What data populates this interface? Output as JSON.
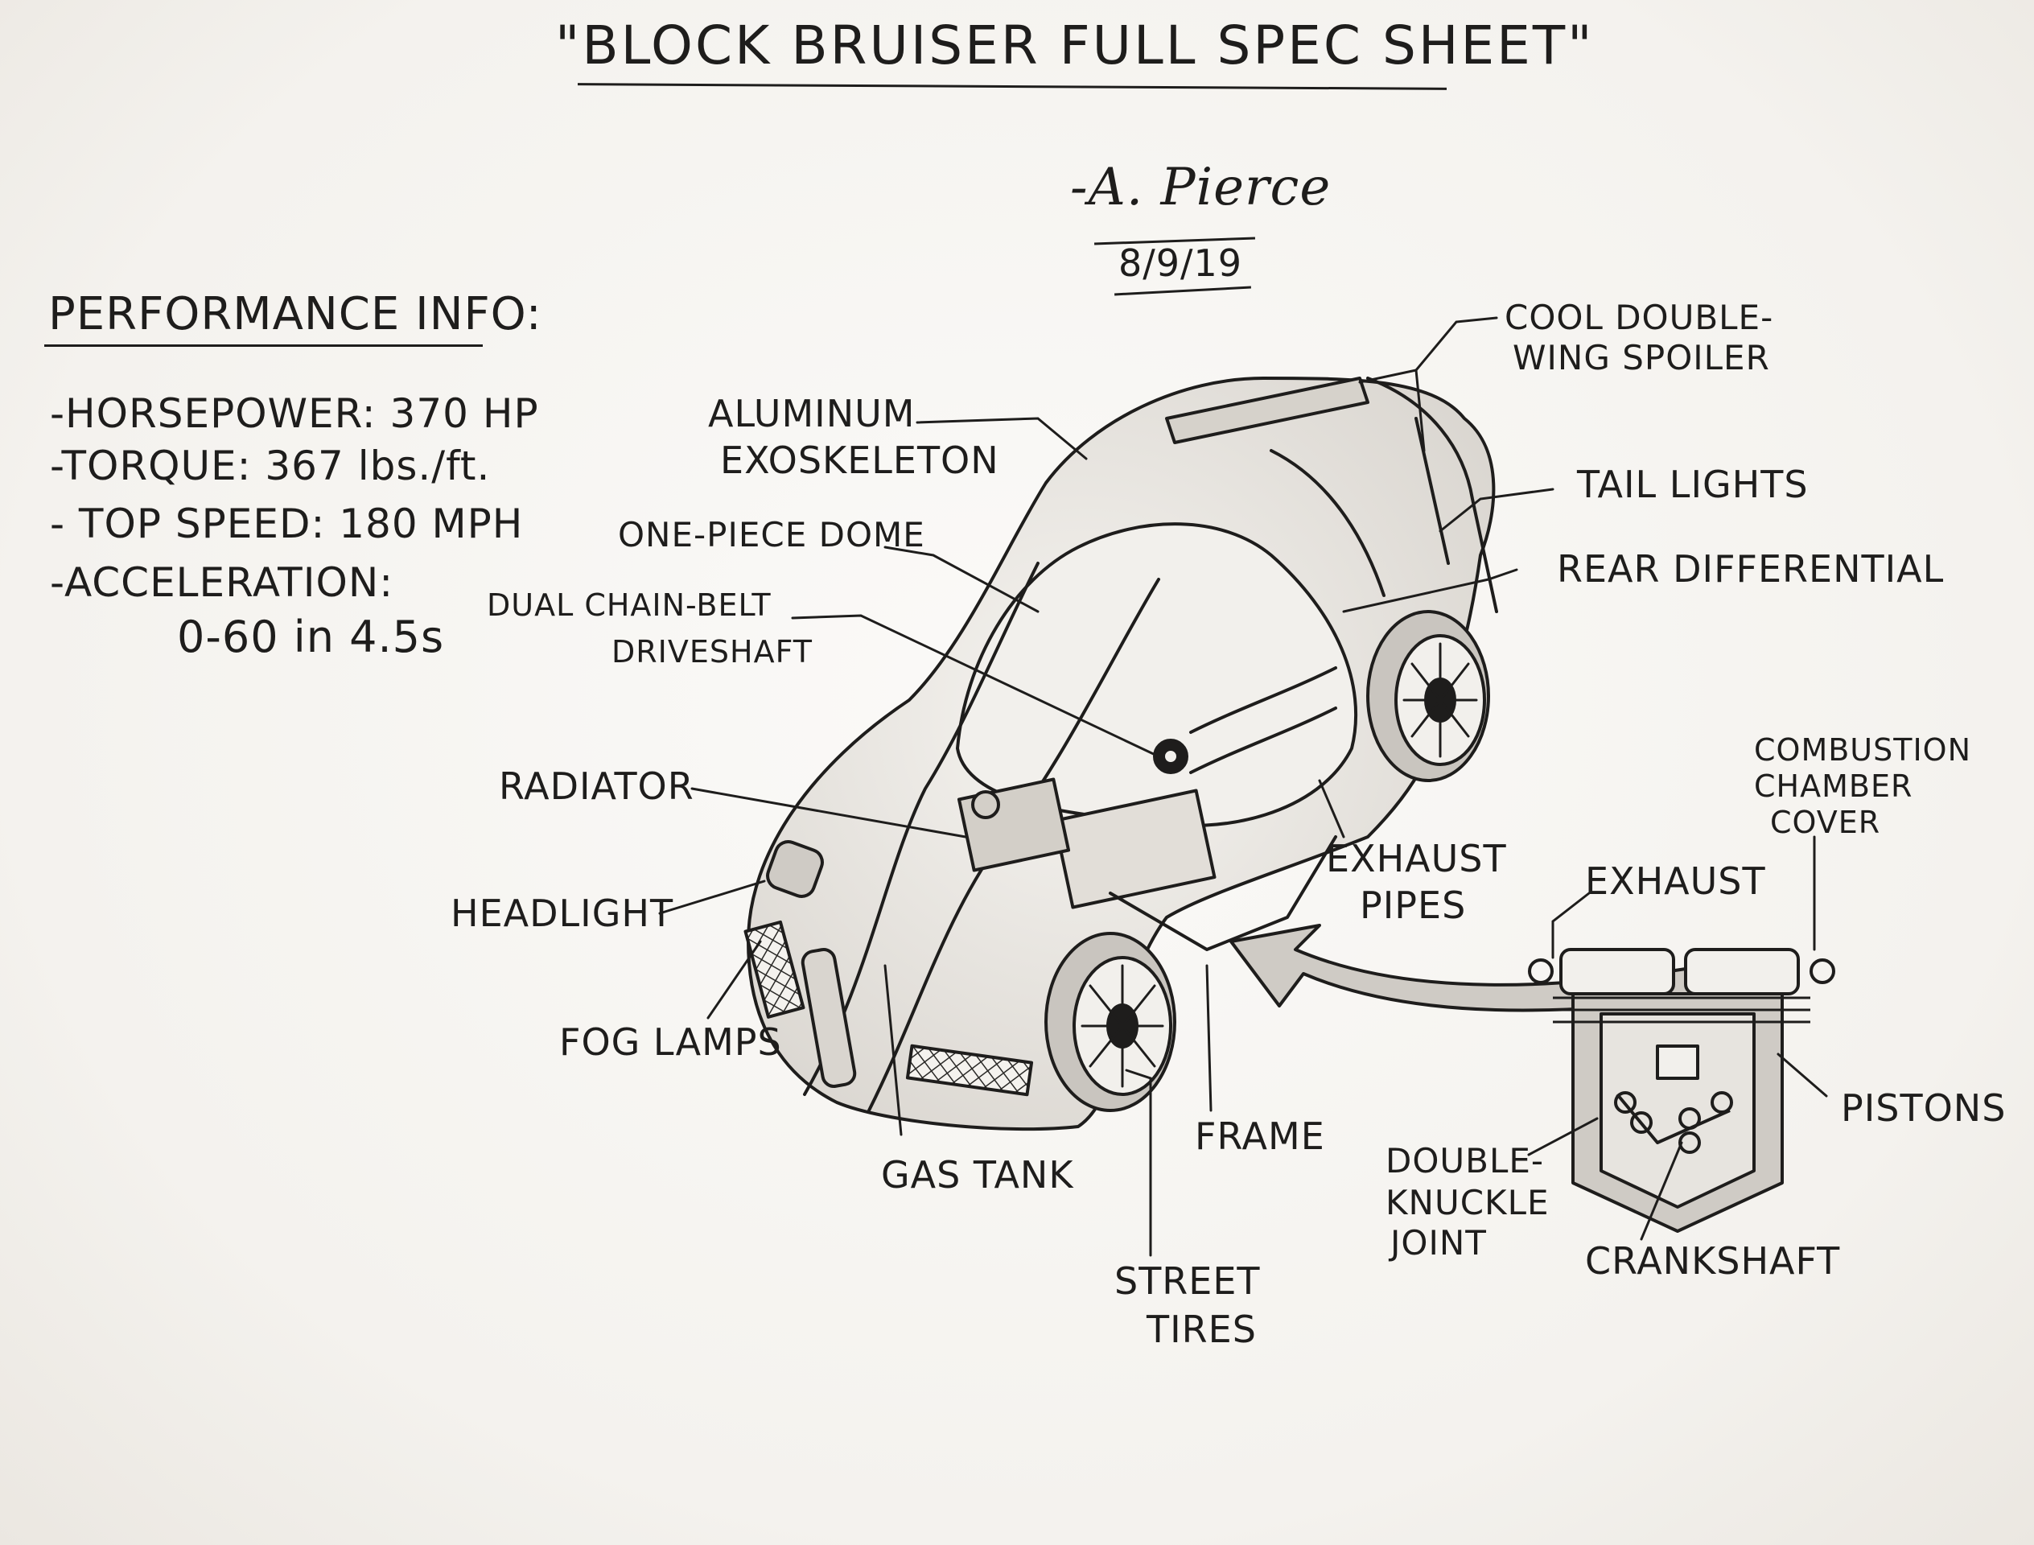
{
  "title": "\"BLOCK BRUISER FULL SPEC SHEET\"",
  "signature": "-A. Pierce",
  "date": "8/9/19",
  "performance": {
    "heading": "PERFORMANCE INFO:",
    "items": [
      "-HORSEPOWER: 370 HP",
      "-TORQUE: 367 lbs./ft.",
      "- TOP SPEED: 180 MPH",
      "-ACCELERATION:",
      "0-60 in 4.5s"
    ]
  },
  "labels": {
    "spoiler": [
      "COOL DOUBLE-",
      "WING SPOILER"
    ],
    "exoskeleton": [
      "ALUMINUM",
      "EXOSKELETON"
    ],
    "tail_lights": "TAIL LIGHTS",
    "rear_differential": "REAR DIFFERENTIAL",
    "dome": "ONE-PIECE DOME",
    "driveshaft": [
      "DUAL CHAIN-BELT",
      "DRIVESHAFT"
    ],
    "radiator": "RADIATOR",
    "exhaust_pipes": [
      "EXHAUST",
      "PIPES"
    ],
    "headlight": "HEADLIGHT",
    "fog_lamps": "FOG LAMPS",
    "gas_tank": "GAS TANK",
    "frame": "FRAME",
    "street_tires": [
      "STREET",
      "TIRES"
    ],
    "combustion_cover": [
      "COMBUSTION",
      "CHAMBER",
      "COVER"
    ],
    "exhaust": "EXHAUST",
    "pistons": "PISTONS",
    "knuckle_joint": [
      "DOUBLE-",
      "KNUCKLE",
      "JOINT"
    ],
    "crankshaft": "CRANKSHAFT"
  },
  "colors": {
    "ink": "#1e1d1c",
    "paper": "#f7f5f2",
    "shade": "#b9b6b1"
  }
}
